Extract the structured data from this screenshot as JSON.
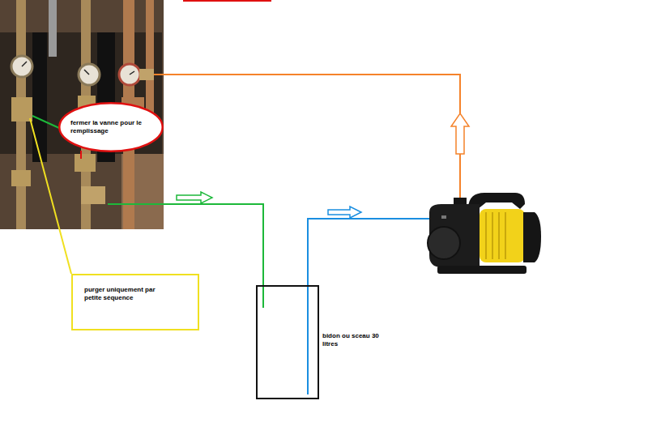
{
  "diagram": {
    "nodes": [
      {
        "text": [
          "fermer la vanne pour le remplissage"
        ]
      },
      {
        "text": [
          "purger uniquement par petite séquence"
        ]
      },
      {
        "text": [
          "bidon ou sceau 30 litres"
        ]
      }
    ]
  }
}
